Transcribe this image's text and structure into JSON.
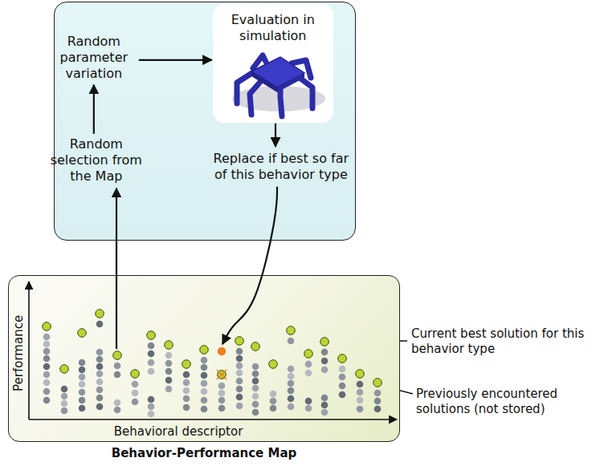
{
  "diagram": {
    "nodes": [
      {
        "text": []
      },
      {
        "text": [
          "Random parameter variation"
        ],
        "in": 0
      },
      {
        "text": [
          "Evaluation in simulation"
        ],
        "in": 0
      },
      {
        "text": [
          "Replace if best so far of this behavior type"
        ],
        "in": 0
      },
      {
        "text": [
          "Random selection from the Map"
        ],
        "in": 0
      },
      {
        "text": [
          "Behavior-Performance Map"
        ]
      }
    ],
    "edges": [
      {
        "from": 4,
        "to": 1,
        "arrow": "to"
      },
      {
        "from": 1,
        "to": 2,
        "arrow": "to"
      },
      {
        "from": 2,
        "to": 3,
        "arrow": "to"
      },
      {
        "from": 3,
        "to": 5,
        "arrow": "to"
      },
      {
        "from": 5,
        "to": 4,
        "arrow": "to"
      }
    ],
    "labels": [
      "Performance",
      "Current best solution for this behavior type",
      "Previously encountered solutions (not stored)",
      "Behavioral descriptor"
    ]
  }
}
